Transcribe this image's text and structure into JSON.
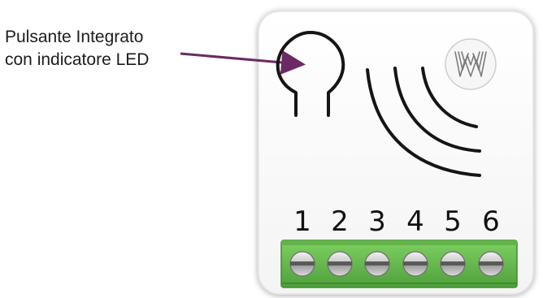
{
  "callout": {
    "line1": "Pulsante Integrato",
    "line2": "con indicatore LED"
  },
  "terminals": [
    {
      "label": "1"
    },
    {
      "label": "2"
    },
    {
      "label": "3"
    },
    {
      "label": "4"
    },
    {
      "label": "5"
    },
    {
      "label": "6"
    }
  ],
  "colors": {
    "arrow": "#6a2a63",
    "terminal_block": "#6cbf50",
    "terminal_block_dark": "#3d8e2e",
    "device_body": "#ffffff",
    "icon_stroke": "#151515",
    "logo_stroke": "#777777"
  },
  "icons": {
    "button": "push-button-icon",
    "wireless": "wireless-signal-icon",
    "logo": "brand-logo-icon"
  }
}
